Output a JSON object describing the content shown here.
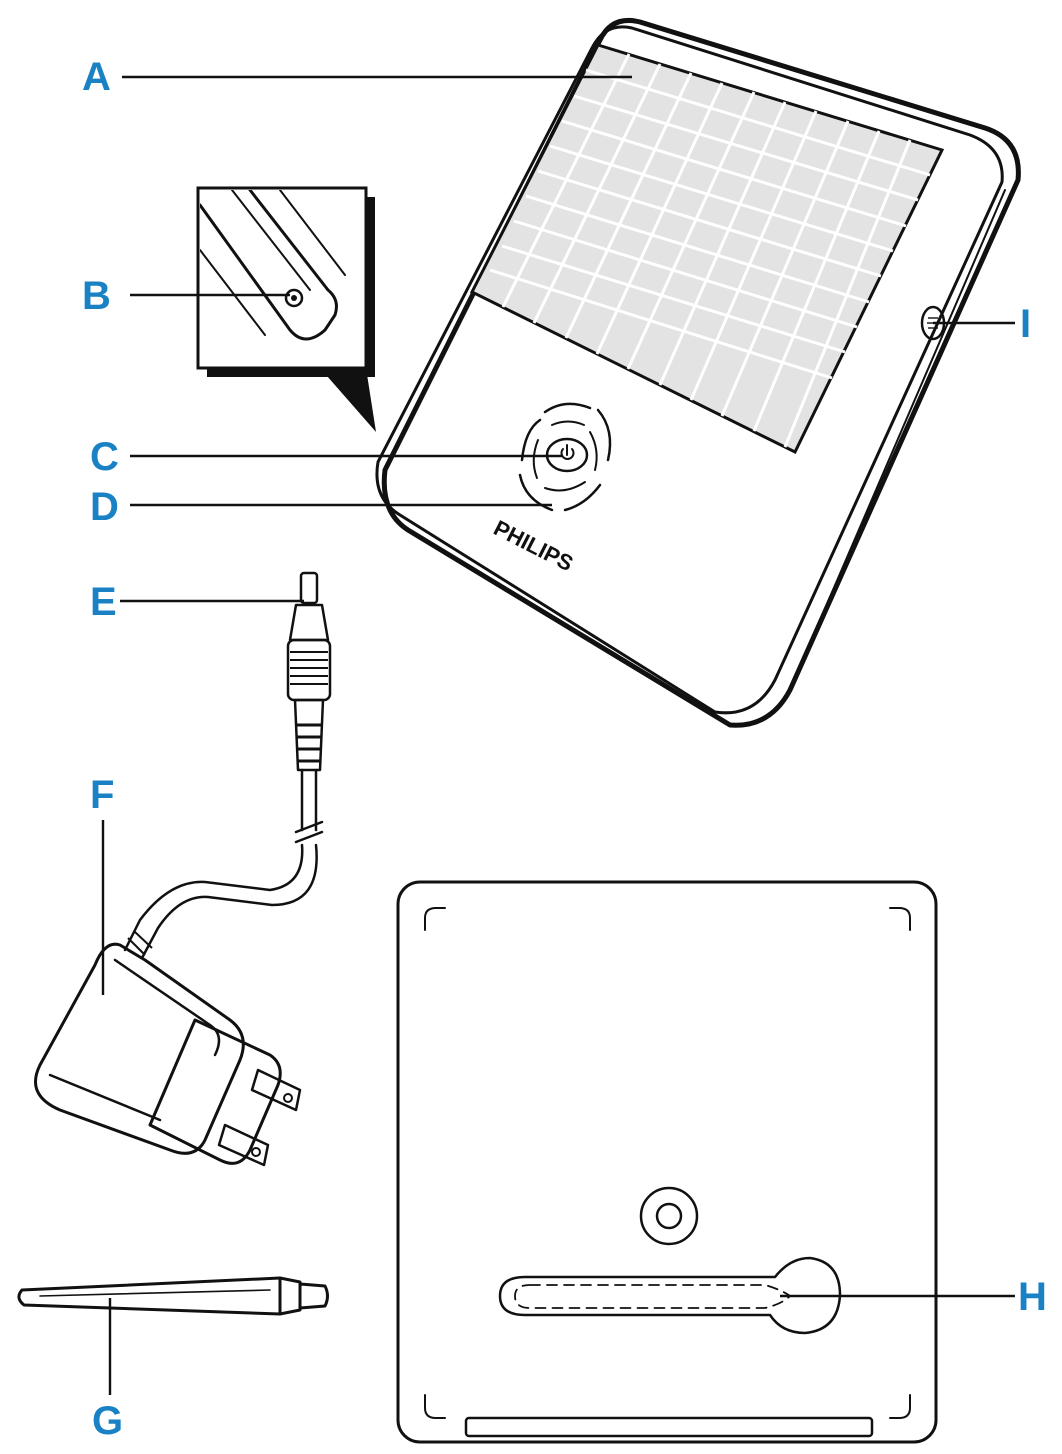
{
  "callouts": {
    "A": "A",
    "B": "B",
    "C": "C",
    "D": "D",
    "E": "E",
    "F": "F",
    "G": "G",
    "H": "H",
    "I": "I"
  },
  "brand": "PHILIPS",
  "colors": {
    "callout": "#1a82c4",
    "line": "#111111",
    "background": "#ffffff"
  }
}
